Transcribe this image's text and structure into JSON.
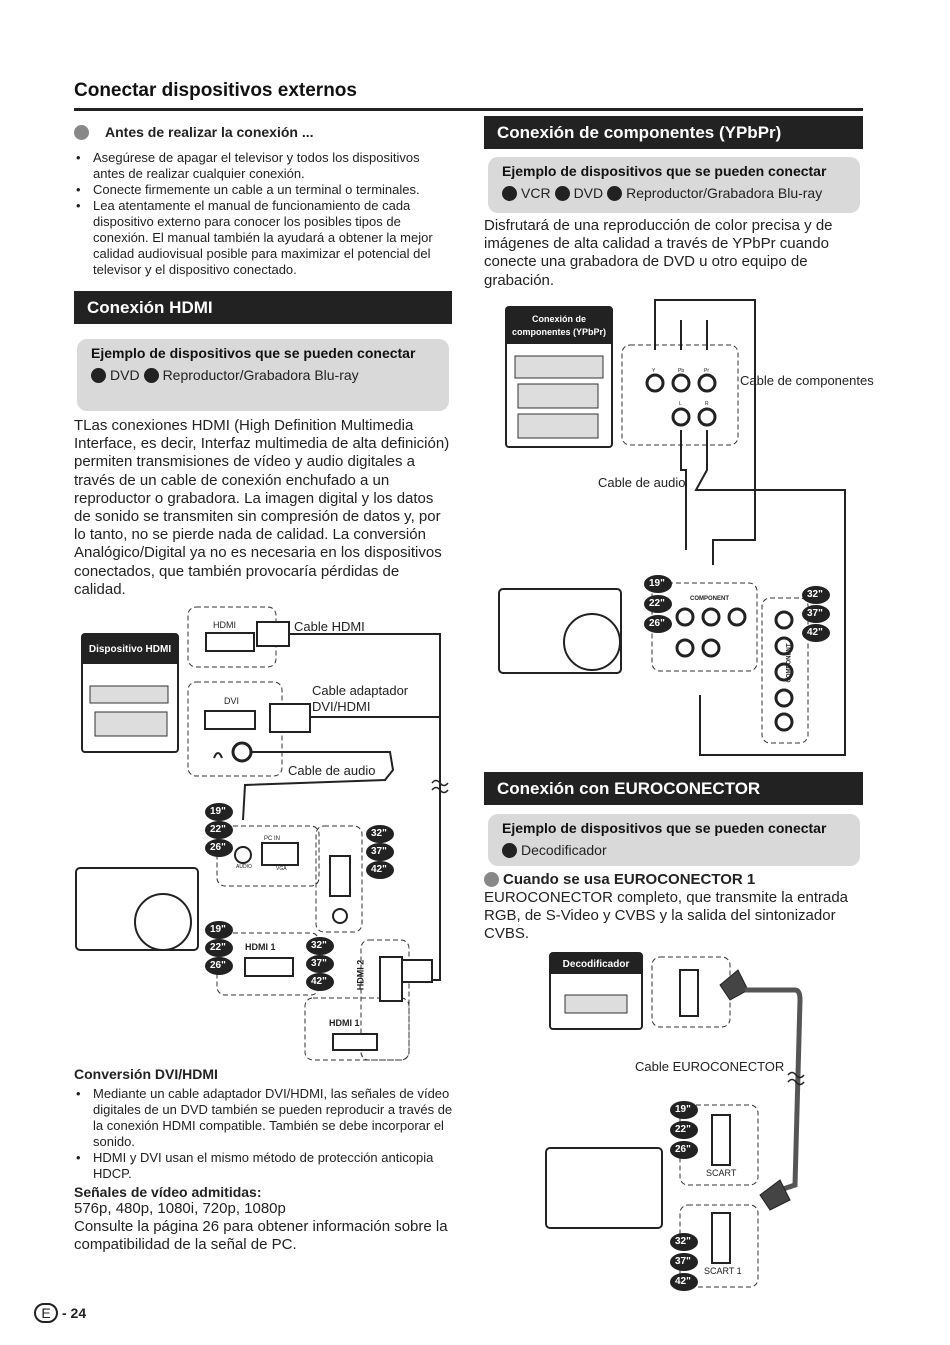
{
  "page": {
    "title": "Conectar dispositivos externos",
    "footer_letter": "E",
    "footer_page": "- 24"
  },
  "before": {
    "heading": "Antes de realizar la conexión ...",
    "bullets": [
      "Asegúrese de apagar el televisor y todos los dispositivos antes de realizar cualquier conexión.",
      "Conecte firmemente un cable a un terminal o terminales.",
      "Lea atentamente el manual de funcionamiento de cada dispositivo externo para conocer los posibles tipos de conexión. El manual también la ayudará a obtener la mejor calidad audiovisual posible para maximizar el potencial del televisor y el dispositivo conectado."
    ]
  },
  "hdmi": {
    "title": "Conexión HDMI",
    "example_title": "Ejemplo de dispositivos que se pueden conectar",
    "devices": [
      "DVD",
      "Reproductor/Grabadora Blu-ray"
    ],
    "text": "TLas conexiones HDMI (High Definition Multimedia Interface, es decir, Interfaz multimedia de alta definición) permiten transmisiones de vídeo y audio digitales a través de un cable de conexión enchufado a un reproductor o grabadora. La imagen digital y los datos de sonido se transmiten sin compresión de datos y, por lo tanto, no se pierde nada de calidad. La conversión Analógico/Digital ya no es necesaria en los dispositivos conectados, que también provocaría pérdidas de calidad.",
    "diagram": {
      "device_label": "Dispositivo HDMI",
      "hdmi_port": "HDMI",
      "dvi_port": "DVI",
      "cable_hdmi": "Cable HDMI",
      "cable_adapter": "Cable adaptador DVI/HDMI",
      "cable_audio": "Cable de audio",
      "pc_in": "PC IN",
      "audio": "AUDIO",
      "vga": "VGA",
      "hdmi1": "HDMI 1",
      "hdmi2": "HDMI 2",
      "sizes_small": [
        "19\"",
        "22\"",
        "26\""
      ],
      "sizes_large": [
        "32\"",
        "37\"",
        "42\""
      ]
    },
    "dvi_title": "Conversión DVI/HDMI",
    "dvi_bullets": [
      "Mediante un cable adaptador DVI/HDMI, las señales de vídeo digitales de un DVD también se pueden reproducir a través de la conexión HDMI compatible. También se debe incorporar el sonido.",
      "HDMI y DVI usan el mismo método de protección anticopia HDCP."
    ],
    "signals_title": "Señales de vídeo admitidas:",
    "signals": "576p, 480p, 1080i, 720p, 1080p",
    "signals_note": "Consulte la página 26 para obtener información sobre la compatibilidad de la señal de PC."
  },
  "component": {
    "title": "Conexión de componentes (YPbPr)",
    "example_title": "Ejemplo de dispositivos que se pueden conectar",
    "devices": [
      "VCR",
      "DVD",
      "Reproductor/Grabadora Blu-ray"
    ],
    "text": "Disfrutará de una reproducción de color precisa y de imágenes de alta calidad a través de YPbPr cuando conecte una grabadora de DVD u otro equipo de grabación.",
    "diagram": {
      "device_label": "Conexión de componentes (YPbPr)",
      "cable_component": "Cable de componentes",
      "cable_audio": "Cable de audio",
      "component": "COMPONENT",
      "y": "Y",
      "pb": "Pb",
      "pr": "Pr",
      "l": "L",
      "r": "R"
    }
  },
  "scart": {
    "title": "Conexión con EUROCONECTOR",
    "example_title": "Ejemplo de dispositivos que se pueden conectar",
    "devices": [
      "Decodificador"
    ],
    "sub_heading": "Cuando se usa EUROCONECTOR 1",
    "text": "EUROCONECTOR completo, que transmite la entrada RGB, de S-Video y CVBS y la salida del sintonizador CVBS.",
    "diagram": {
      "device_label": "Decodificador",
      "cable": "Cable EUROCONECTOR",
      "scart": "SCART",
      "scart1": "SCART 1"
    }
  }
}
